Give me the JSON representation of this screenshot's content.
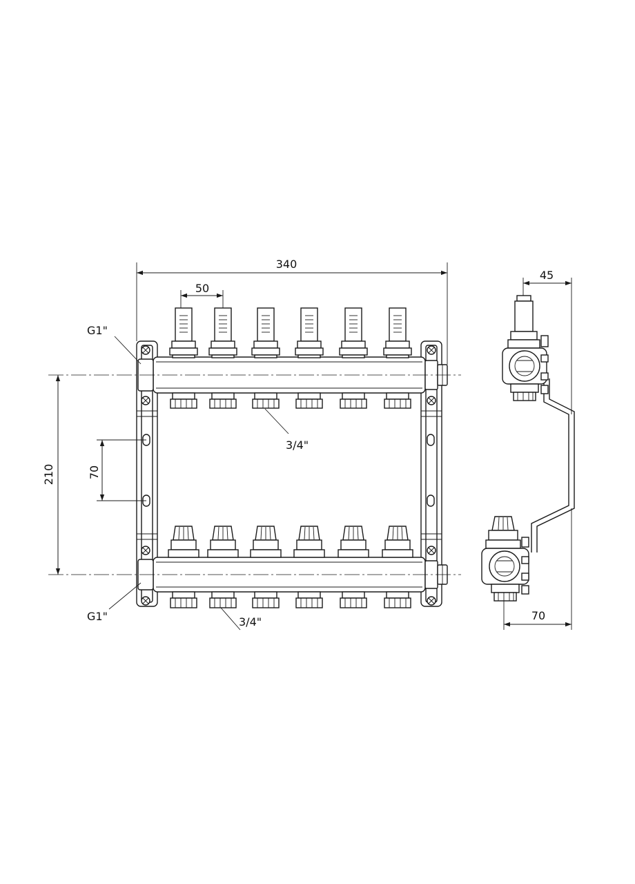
{
  "dimensions": {
    "total_width": "340",
    "outlet_pitch": "50",
    "center_distance": "210",
    "bracket_hole_spacing": "70",
    "side_depth": "45",
    "side_total": "70"
  },
  "threads": {
    "inlet_top": "G1\"",
    "inlet_bottom": "G1\"",
    "outlet_top": "3/4\"",
    "outlet_bottom": "3/4\""
  },
  "outlets": {
    "count": 6
  }
}
